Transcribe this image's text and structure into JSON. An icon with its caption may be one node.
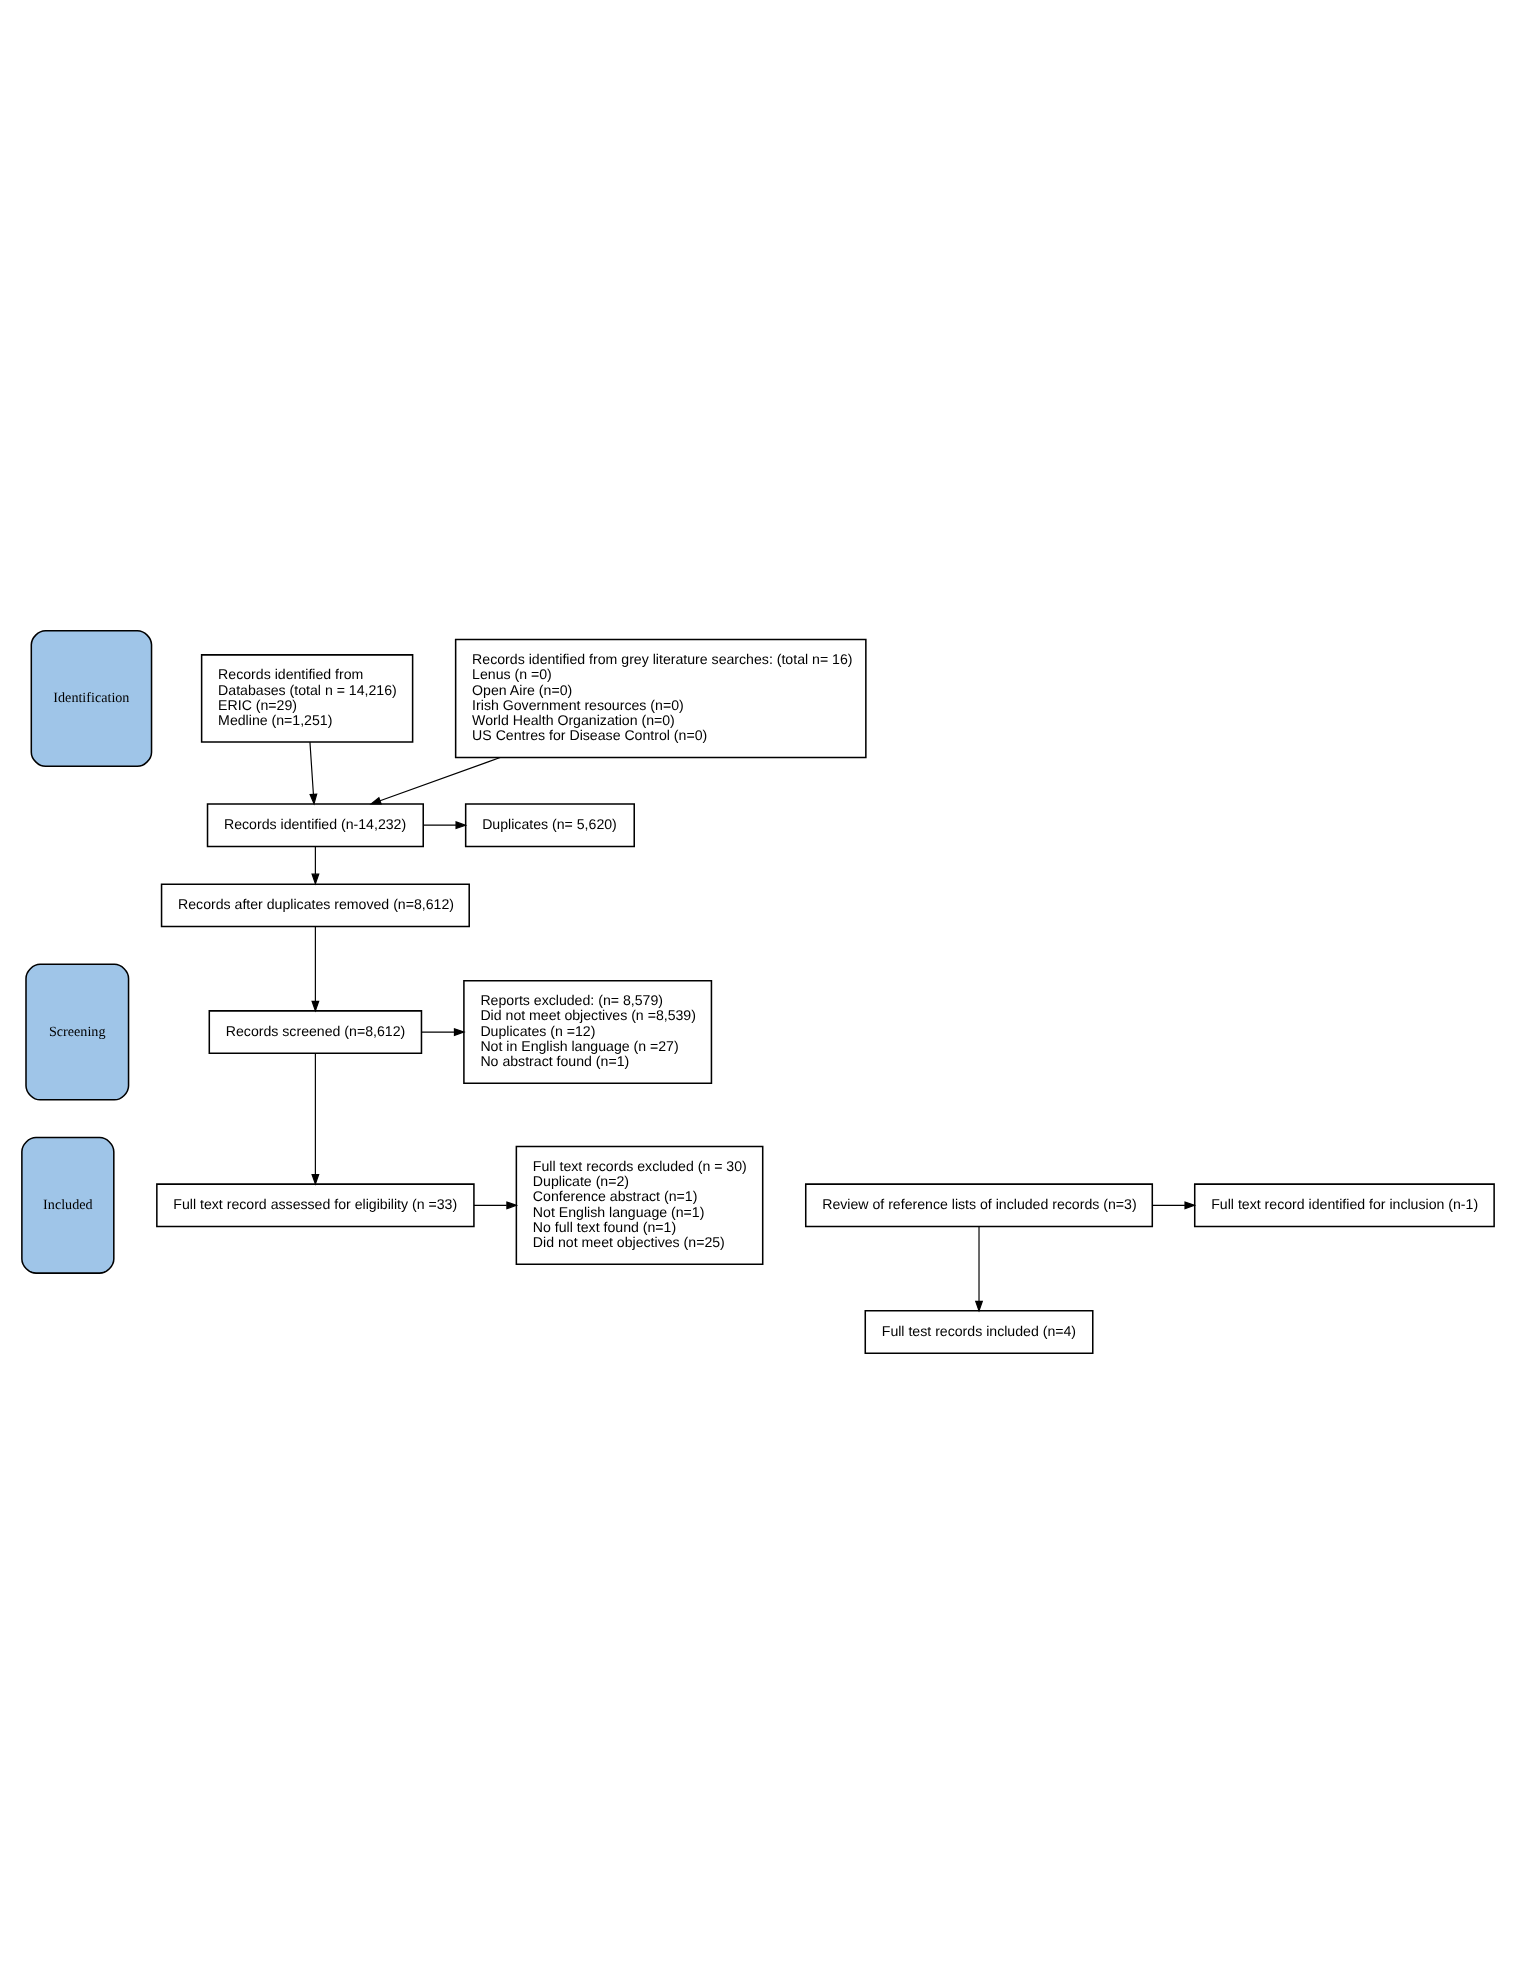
{
  "diagram": {
    "nodes": [
      {
        "text": [
          "Identification"
        ]
      },
      {
        "text": [
          "Records identified from",
          "Databases (total n = 14,216)",
          "ERIC (n=29)",
          "Medline (n=1,251)"
        ]
      },
      {
        "text": [
          "Records identified from grey literature searches: (total n= 16)",
          "Lenus (n =0)",
          "Open Aire (n=0)",
          "Irish Government resources (n=0)",
          "World Health Organization (n=0)",
          "US Centres for Disease Control (n=0)"
        ]
      },
      {
        "text": [
          "Records identified (n-14,232)"
        ]
      },
      {
        "text": [
          "Duplicates (n= 5,620)"
        ]
      },
      {
        "text": [
          "Records after duplicates removed (n=8,612)"
        ]
      },
      {
        "text": [
          "Screening"
        ]
      },
      {
        "text": [
          "Records screened (n=8,612)"
        ]
      },
      {
        "text": [
          "Reports excluded: (n= 8,579)",
          "Did not meet objectives (n =8,539)",
          "Duplicates (n =12)",
          "Not in English language (n =27)",
          "No abstract found (n=1)"
        ]
      },
      {
        "text": [
          "Full text record assessed for eligibility (n =33)"
        ]
      },
      {
        "text": [
          "Full text records excluded (n = 30)",
          "Duplicate (n=2)",
          "Conference abstract (n=1)",
          "Not English language (n=1)",
          "No full text found (n=1)",
          "Did not meet objectives (n=25)"
        ]
      },
      {
        "text": [
          "Included"
        ]
      },
      {
        "text": [
          "Review of reference lists of included records (n=3)"
        ]
      },
      {
        "text": [
          "Full text record identified for inclusion (n-1)"
        ]
      },
      {
        "text": [
          "Full test records included (n=4)"
        ]
      }
    ],
    "edges": [
      {
        "from": 1,
        "to": 3,
        "arrow": "to"
      },
      {
        "from": 2,
        "to": 3,
        "arrow": "to"
      },
      {
        "from": 3,
        "to": 4,
        "arrow": "to"
      },
      {
        "from": 3,
        "to": 5,
        "arrow": "to"
      },
      {
        "from": 5,
        "to": 7,
        "arrow": "to"
      },
      {
        "from": 7,
        "to": 8,
        "arrow": "to"
      },
      {
        "from": 7,
        "to": 9,
        "arrow": "to"
      },
      {
        "from": 9,
        "to": 10,
        "arrow": "to"
      },
      {
        "from": 12,
        "to": 13,
        "arrow": "to"
      },
      {
        "from": 12,
        "to": 14,
        "arrow": "to"
      }
    ]
  }
}
